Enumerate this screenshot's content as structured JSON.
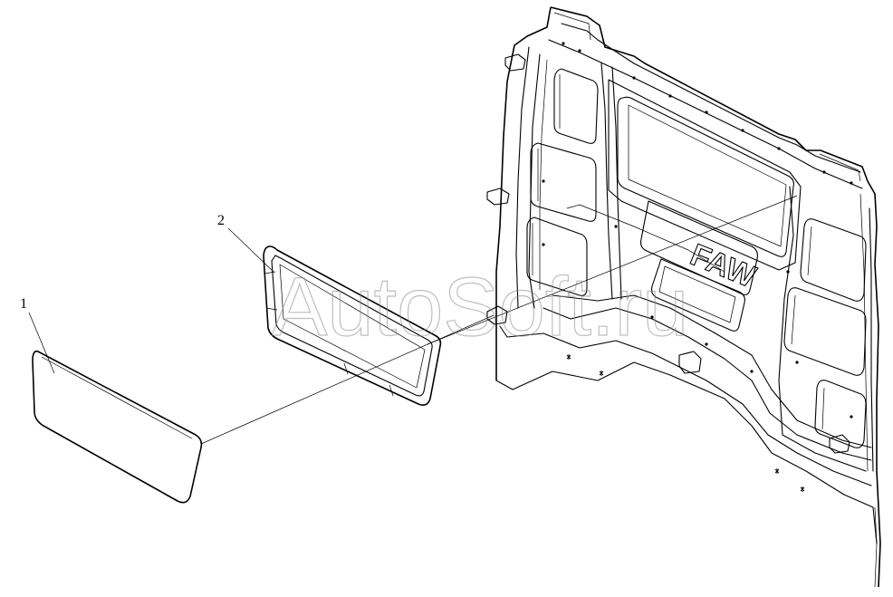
{
  "callouts": [
    {
      "id": "1",
      "label": "1"
    },
    {
      "id": "2",
      "label": "2"
    }
  ],
  "watermark": "AutoSoft.ru",
  "emblem": "FAW",
  "colors": {
    "line": "#000000",
    "watermark": "#8a8a8a",
    "background": "#ffffff"
  }
}
